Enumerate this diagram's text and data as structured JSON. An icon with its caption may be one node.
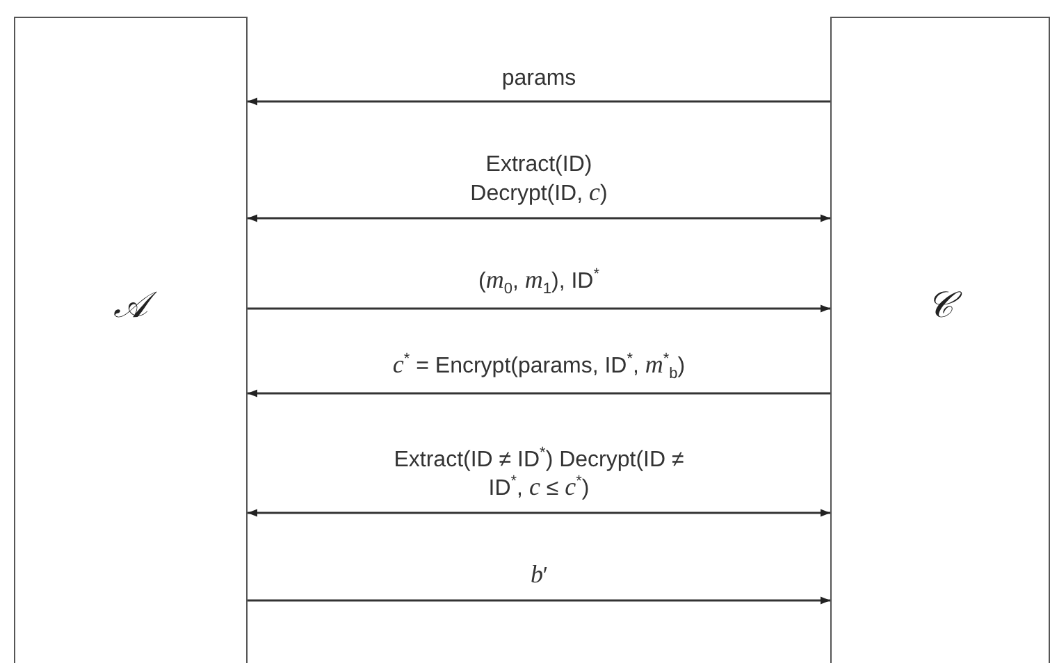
{
  "diagram": {
    "nodes": [
      {
        "text": [
          "𝒜"
        ]
      },
      {
        "text": [
          "𝒞"
        ]
      }
    ],
    "edges": [
      {
        "from": 1,
        "to": 0,
        "arrow": "to",
        "label": "params"
      },
      {
        "from": 0,
        "to": 1,
        "arrow": "both",
        "label": "Extract(ID) Decrypt(ID, *c*)"
      },
      {
        "from": 0,
        "to": 1,
        "arrow": "to",
        "label": "(*m*$_{0}$, *m*$_{1}$), ID$^{*}$"
      },
      {
        "from": 1,
        "to": 0,
        "arrow": "to",
        "label": "*c*$^{*}$ = Encrypt(params, ID$^{*}$, *m*$^{*}$$_{b}$)"
      },
      {
        "from": 0,
        "to": 1,
        "arrow": "both",
        "label": "Extract(ID ≠ ID$^{*}$) Decrypt(ID ≠ ID$^{*}$, *c* ≤ *c*$^{*}$)"
      },
      {
        "from": 0,
        "to": 1,
        "arrow": "to",
        "label": "*b*′"
      }
    ]
  }
}
